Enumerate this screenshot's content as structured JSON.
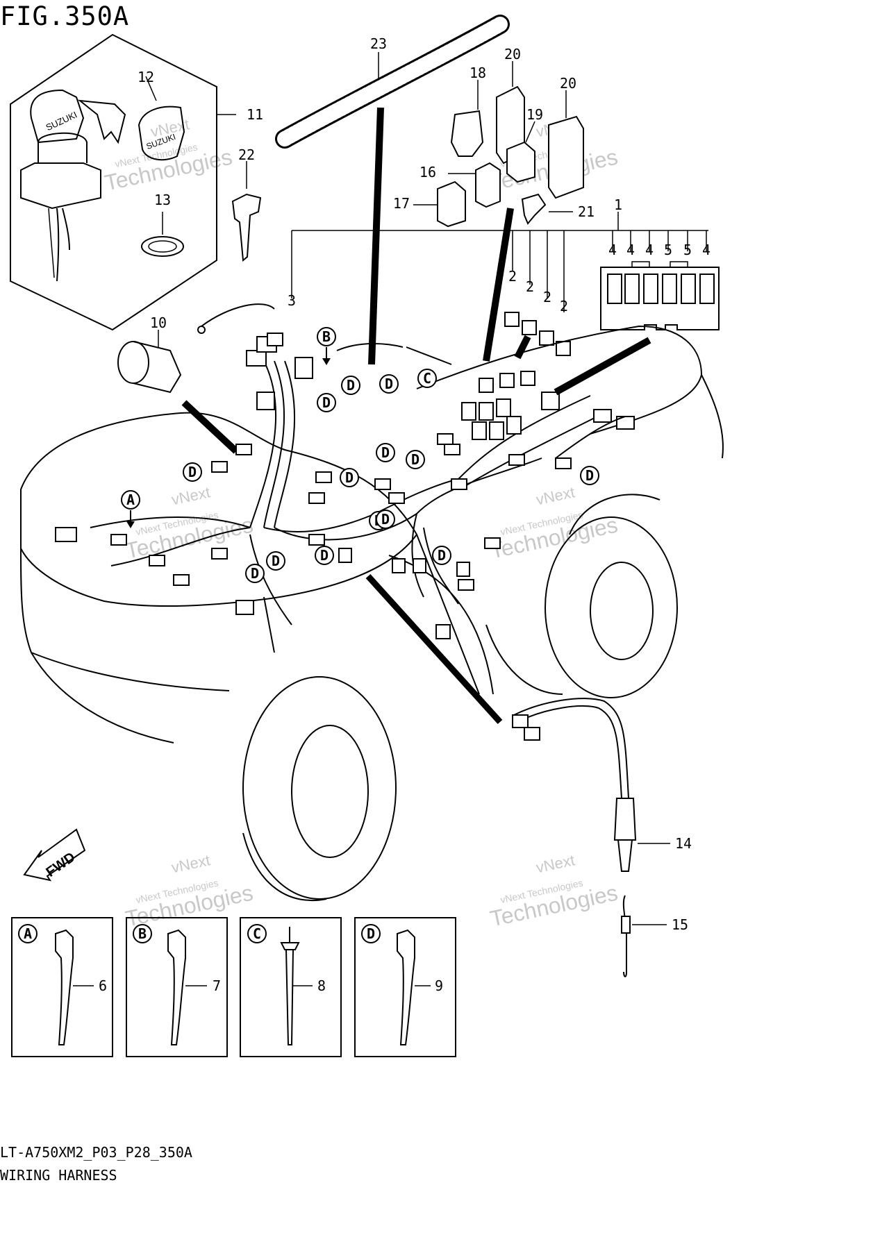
{
  "figure": {
    "title": "FIG.350A",
    "model_code": "LT-A750XM2_P03_P28_350A",
    "name": "WIRING HARNESS"
  },
  "watermark": {
    "line1": "vNext",
    "line2": "vNext Technologies",
    "line3": "Technologies"
  },
  "direction_label": "FWD",
  "brand_on_key": "SUZUKI",
  "callouts": {
    "c1": "1",
    "c2": "2",
    "c3": "3",
    "c4": "4",
    "c5": "5",
    "c6": "6",
    "c7": "7",
    "c8": "8",
    "c9": "9",
    "c10": "10",
    "c11": "11",
    "c12": "12",
    "c13": "13",
    "c14": "14",
    "c15": "15",
    "c16": "16",
    "c17": "17",
    "c18": "18",
    "c19": "19",
    "c20": "20",
    "c21": "21",
    "c22": "22",
    "c23": "23"
  },
  "markers": {
    "A": "A",
    "B": "B",
    "C": "C",
    "D": "D"
  },
  "relay_block_labels": [
    "4",
    "4",
    "4",
    "5",
    "5",
    "4"
  ]
}
